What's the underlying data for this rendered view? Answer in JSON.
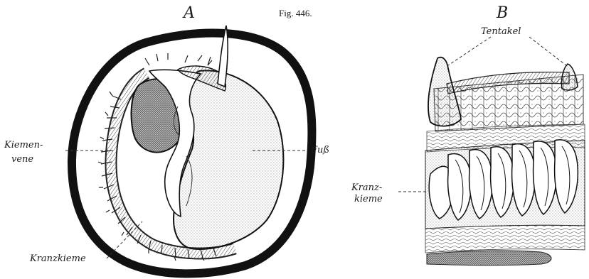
{
  "figure_number": "Fig. 446.",
  "panels": {
    "a": {
      "letter": "A"
    },
    "b": {
      "letter": "B"
    }
  },
  "labels": {
    "kiemenvene_1": "Kiemen-",
    "kiemenvene_2": "vene",
    "fuss": "Fuß",
    "kranzkieme_a": "Kranzkieme",
    "tentakel": "Tentakel",
    "kranzkieme_b1": "Kranz-",
    "kranzkieme_b2": "kieme"
  },
  "colors": {
    "ink": "#1a1a1a",
    "paper": "#ffffff",
    "stipple": "#5a5a5a"
  }
}
